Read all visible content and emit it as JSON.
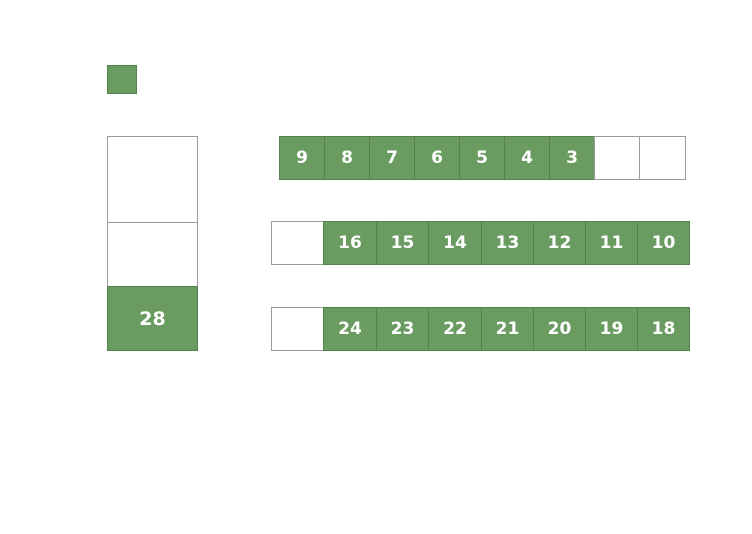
{
  "colors": {
    "filled": "#6a9c62",
    "filled_border": "#55814e",
    "empty_border": "#9a9a9a",
    "text": "#ffffff"
  },
  "legend": {
    "swatch": "filled"
  },
  "left_column": {
    "cells": [
      {
        "label": "",
        "state": "empty"
      },
      {
        "label": "",
        "state": "empty"
      },
      {
        "label": "28",
        "state": "filled"
      }
    ]
  },
  "rows": [
    {
      "cells": [
        {
          "label": "9",
          "state": "filled"
        },
        {
          "label": "8",
          "state": "filled"
        },
        {
          "label": "7",
          "state": "filled"
        },
        {
          "label": "6",
          "state": "filled"
        },
        {
          "label": "5",
          "state": "filled"
        },
        {
          "label": "4",
          "state": "filled"
        },
        {
          "label": "3",
          "state": "filled"
        },
        {
          "label": "",
          "state": "empty"
        },
        {
          "label": "",
          "state": "empty"
        }
      ]
    },
    {
      "cells": [
        {
          "label": "",
          "state": "empty"
        },
        {
          "label": "16",
          "state": "filled"
        },
        {
          "label": "15",
          "state": "filled"
        },
        {
          "label": "14",
          "state": "filled"
        },
        {
          "label": "13",
          "state": "filled"
        },
        {
          "label": "12",
          "state": "filled"
        },
        {
          "label": "11",
          "state": "filled"
        },
        {
          "label": "10",
          "state": "filled"
        }
      ]
    },
    {
      "cells": [
        {
          "label": "",
          "state": "empty"
        },
        {
          "label": "24",
          "state": "filled"
        },
        {
          "label": "23",
          "state": "filled"
        },
        {
          "label": "22",
          "state": "filled"
        },
        {
          "label": "21",
          "state": "filled"
        },
        {
          "label": "20",
          "state": "filled"
        },
        {
          "label": "19",
          "state": "filled"
        },
        {
          "label": "18",
          "state": "filled"
        }
      ]
    }
  ]
}
